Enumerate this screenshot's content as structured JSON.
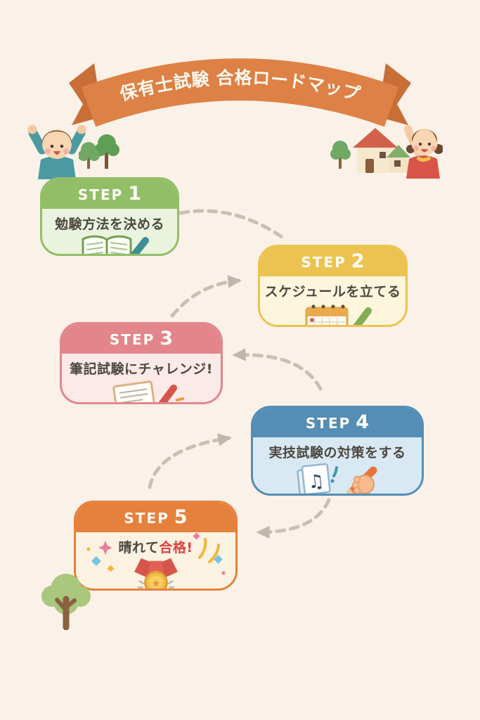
{
  "banner": {
    "title": "保有士試験 合格ロードマップ",
    "ribbon_color": "#dd8146",
    "ribbon_tail_color": "#c76f36",
    "text_color": "#fdf8ef"
  },
  "background_color": "#faf1e8",
  "connector": {
    "style": "dashed",
    "color": "#c9c0b4",
    "links": [
      {
        "from": "step-1",
        "to": "step-2"
      },
      {
        "from": "step-2",
        "to": "step-3"
      },
      {
        "from": "step-3",
        "to": "step-4"
      },
      {
        "from": "step-4",
        "to": "step-5"
      }
    ]
  },
  "steps": [
    {
      "label_word": "STEP",
      "label_num": "1",
      "text": "勉験方法を決める",
      "icon": "open-book-and-pencil-icon",
      "accent": "#93be68",
      "body_color": "#eaf3de"
    },
    {
      "label_word": "STEP",
      "label_num": "2",
      "text": "スケジュールを立てる",
      "icon": "calendar-and-pencil-icon",
      "accent": "#ecc350",
      "body_color": "#fdf6dd"
    },
    {
      "label_word": "STEP",
      "label_num": "3",
      "text": "筆記試験にチャレンジ!",
      "icon": "paper-and-pencil-icon",
      "accent": "#e2868b",
      "body_color": "#fbeae8"
    },
    {
      "label_word": "STEP",
      "label_num": "4",
      "text": "実技試験の対策をする",
      "icon": "music-cards-and-hand-pencil-icon",
      "accent": "#548db5",
      "body_color": "#d9e9f3"
    },
    {
      "label_word": "STEP",
      "label_num": "5",
      "text_prefix": "晴れて",
      "text_highlight": "合格!",
      "highlight_color": "#d8433f",
      "icon": "medal-icon",
      "accent": "#e6813d",
      "body_color": "#fcf2e2"
    }
  ],
  "decorations": [
    {
      "name": "boy-waving"
    },
    {
      "name": "two-trees"
    },
    {
      "name": "small-tree"
    },
    {
      "name": "house"
    },
    {
      "name": "girl-waving"
    },
    {
      "name": "bottom-tree"
    }
  ]
}
